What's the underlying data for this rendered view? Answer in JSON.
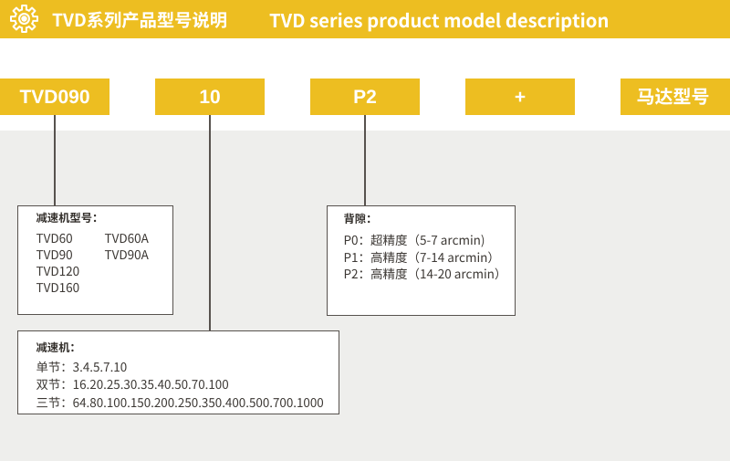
{
  "colors": {
    "accent_yellow": "#EDBE21",
    "panel_gray": "#EDECEA",
    "line_dark": "#57524E",
    "text_dark": "#3C3834",
    "text_white": "#FFFFFF"
  },
  "header": {
    "icon": "gear-icon",
    "title_zh": "TVD系列产品型号说明",
    "title_en": "TVD series product model description"
  },
  "model_code_segments": [
    {
      "label": "TVD090"
    },
    {
      "label": "10"
    },
    {
      "label": "P2"
    },
    {
      "label": "+"
    },
    {
      "label": "马达型号"
    }
  ],
  "callouts": {
    "gearbox_models": {
      "title": "减速机型号：",
      "col1": [
        "TVD60",
        "TVD90",
        "TVD120",
        "TVD160"
      ],
      "col2": [
        "TVD60A",
        "TVD90A"
      ]
    },
    "backlash": {
      "title": "背隙：",
      "items": [
        "P0：超精度（5-7 arcmin)",
        "P1：高精度（7-14 arcmin）",
        "P2：高精度（14-20 arcmin）"
      ]
    },
    "ratio": {
      "title": "减速机：",
      "items": [
        "单节：3.4.5.7.10",
        "双节：16.20.25.30.35.40.50.70.100",
        "三节：64.80.100.150.200.250.350.400.500.700.1000"
      ]
    }
  }
}
